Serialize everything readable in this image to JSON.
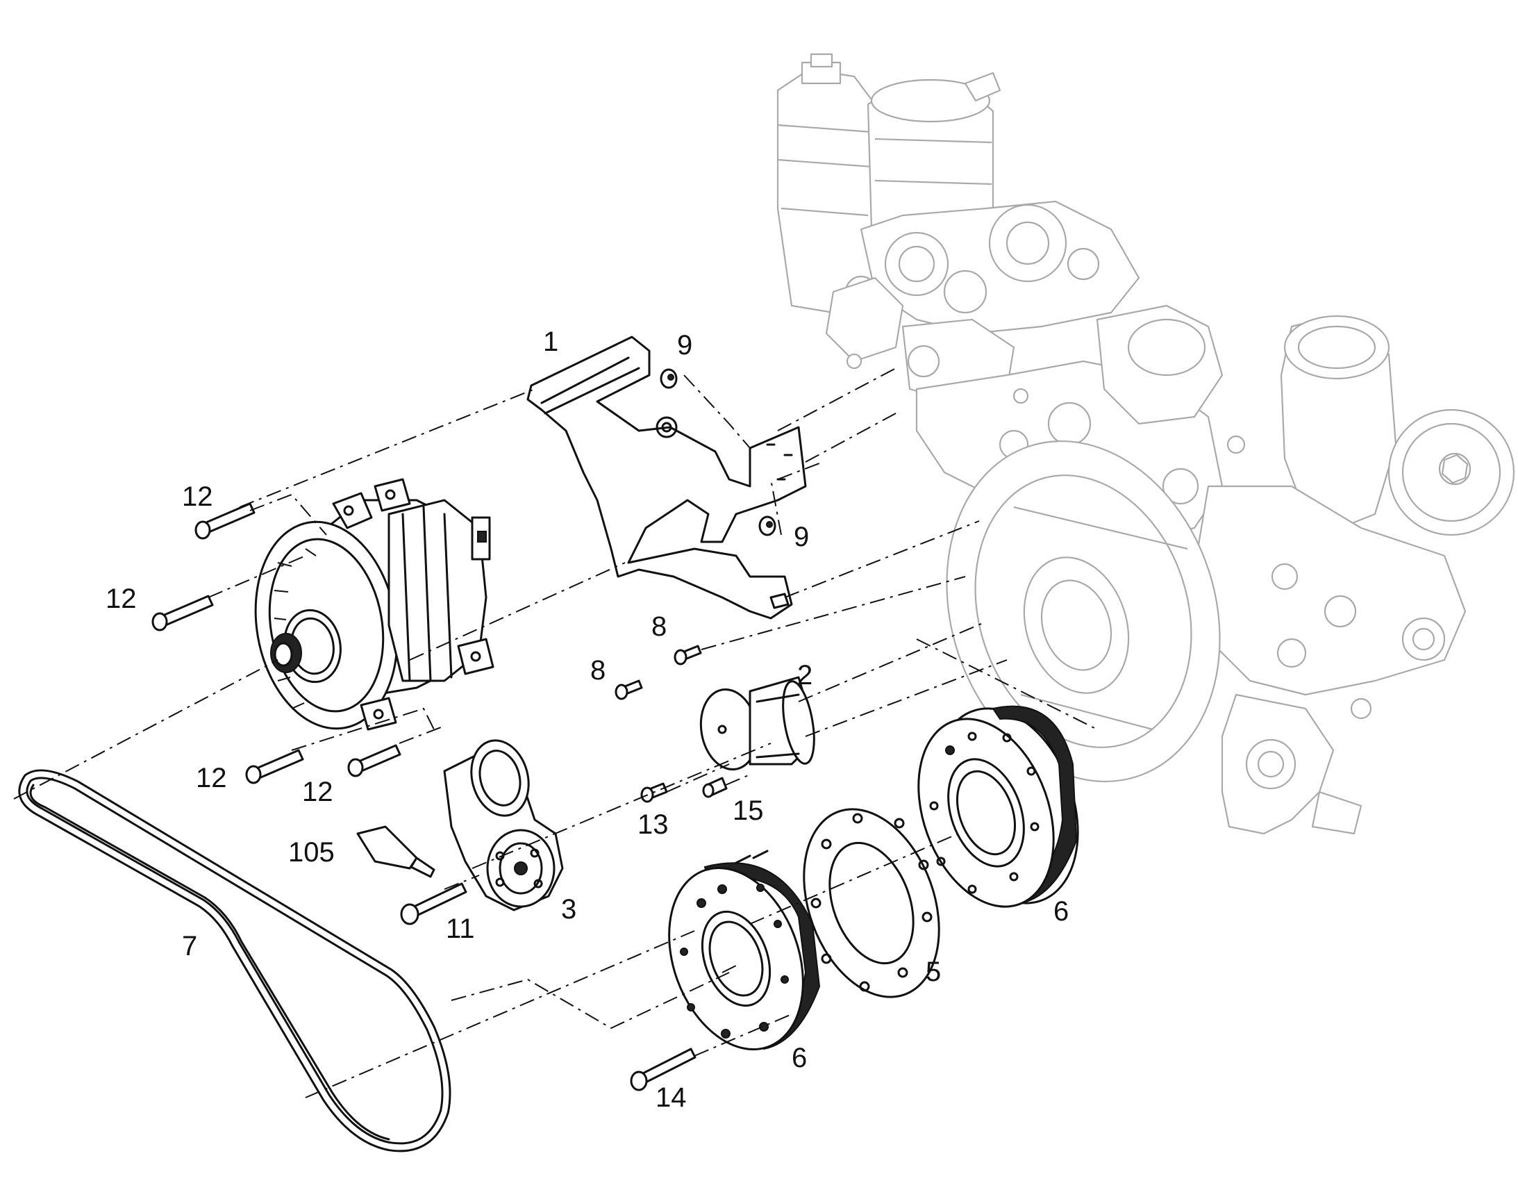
{
  "diagram": {
    "callouts": [
      {
        "id": "c1",
        "text": "1"
      },
      {
        "id": "c2",
        "text": "2"
      },
      {
        "id": "c3",
        "text": "3"
      },
      {
        "id": "c5",
        "text": "5"
      },
      {
        "id": "c6a",
        "text": "6"
      },
      {
        "id": "c6b",
        "text": "6"
      },
      {
        "id": "c7",
        "text": "7"
      },
      {
        "id": "c8a",
        "text": "8"
      },
      {
        "id": "c8b",
        "text": "8"
      },
      {
        "id": "c9a",
        "text": "9"
      },
      {
        "id": "c9b",
        "text": "9"
      },
      {
        "id": "c11",
        "text": "11"
      },
      {
        "id": "c12a",
        "text": "12"
      },
      {
        "id": "c12b",
        "text": "12"
      },
      {
        "id": "c12c",
        "text": "12"
      },
      {
        "id": "c12d",
        "text": "12"
      },
      {
        "id": "c13",
        "text": "13"
      },
      {
        "id": "c14",
        "text": "14"
      },
      {
        "id": "c15",
        "text": "15"
      },
      {
        "id": "c105",
        "text": "105"
      }
    ]
  }
}
